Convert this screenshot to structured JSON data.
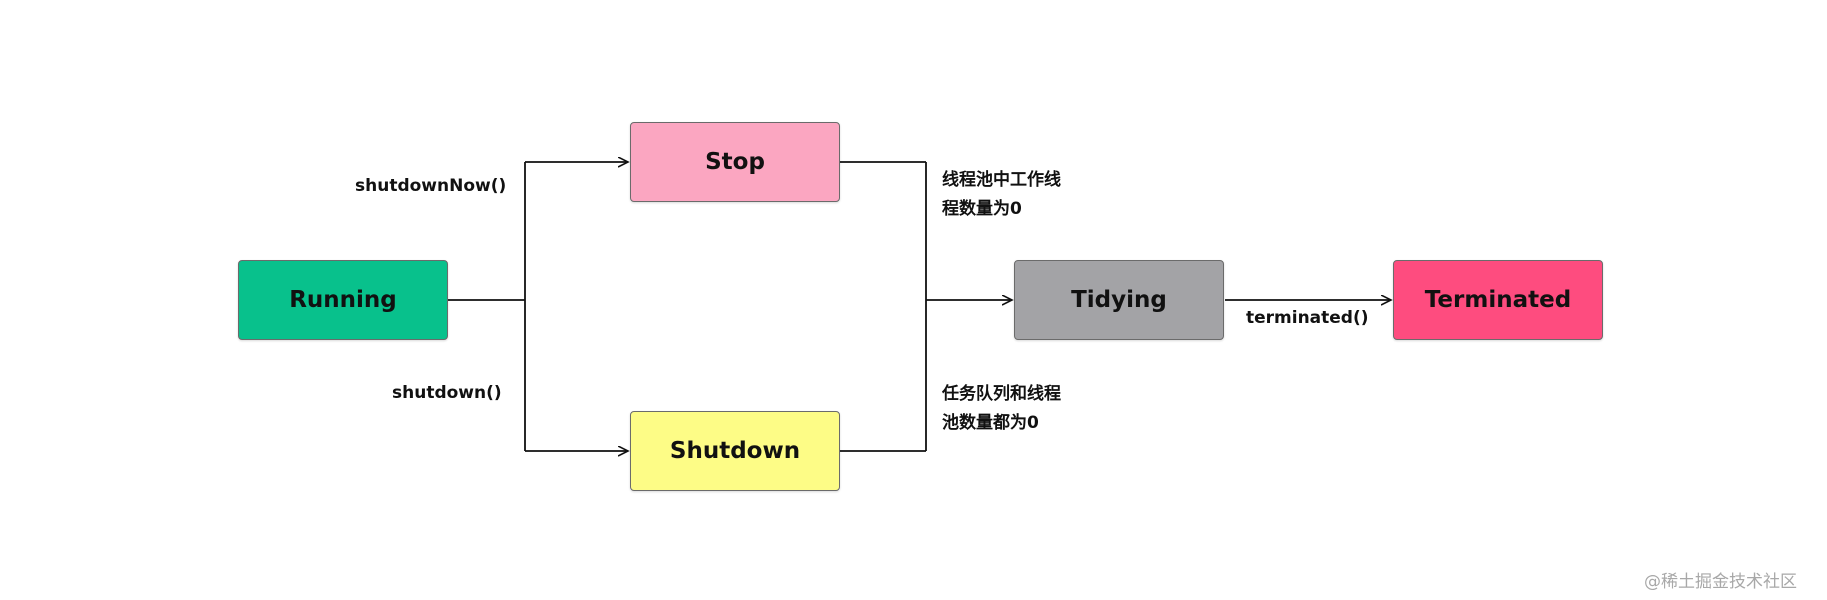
{
  "nodes": {
    "running": {
      "label": "Running",
      "color": "#08c18c"
    },
    "stop": {
      "label": "Stop",
      "color": "#fba6c1"
    },
    "shutdown": {
      "label": "Shutdown",
      "color": "#fdfc86"
    },
    "tidying": {
      "label": "Tidying",
      "color": "#a3a3a6"
    },
    "terminated": {
      "label": "Terminated",
      "color": "#fe4c7f"
    }
  },
  "edges": {
    "running_to_stop": "shutdownNow()",
    "running_to_shutdown": "shutdown()",
    "tidying_to_terminated": "terminated()"
  },
  "notes": {
    "stop_to_tidying": [
      "线程池中工作线",
      "程数量为0"
    ],
    "shutdown_to_tidying": [
      "任务队列和线程",
      "池数量都为0"
    ]
  },
  "watermark": "@稀土掘金技术社区"
}
